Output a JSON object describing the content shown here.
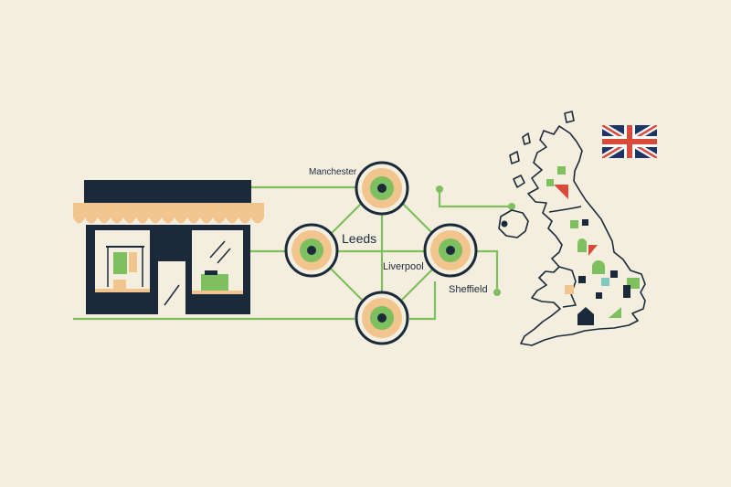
{
  "cities": {
    "manchester": "Manchester",
    "leeds": "Leeds",
    "liverpool": "Liverpool",
    "sheffield": "Sheffield"
  },
  "colors": {
    "background": "#f4eedf",
    "navy": "#1b2a3b",
    "green": "#7ebf5f",
    "peach": "#f2c48e",
    "red": "#d84a3a",
    "teal": "#7fc8c0"
  },
  "icons": {
    "flag": "uk-flag-icon",
    "shop": "storefront-icon",
    "map": "uk-map-icon"
  }
}
